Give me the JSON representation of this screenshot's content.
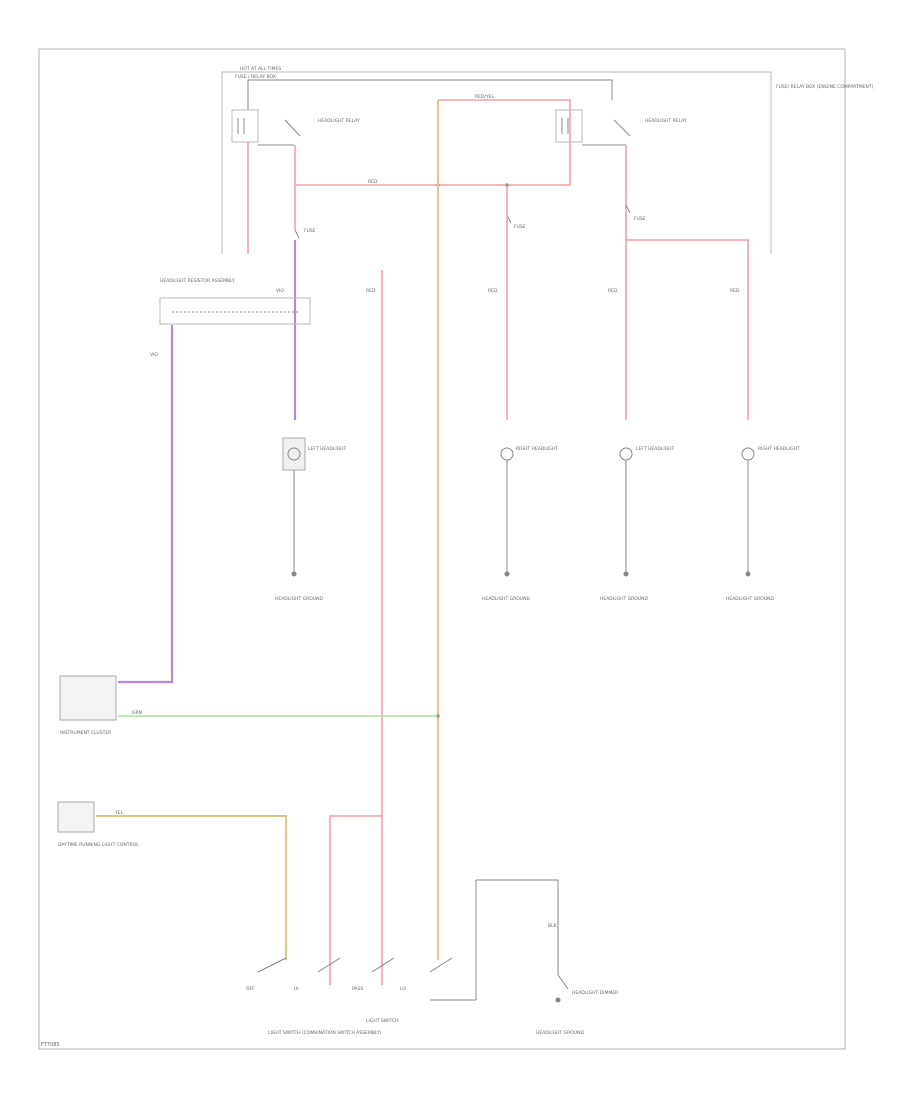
{
  "diagram": {
    "footer_code": "FT7085",
    "labels": {
      "hot_at_all_times": "HOT AT ALL TIMES",
      "top_left_fuse_box": "FUSE / RELAY BOX",
      "fuse_box_note": "FUSE/ RELAY BOX (ENGINE COMPARTMENT)",
      "headlight_relay_left": "HEADLIGHT RELAY",
      "headlight_relay_right": "HEADLIGHT RELAY",
      "fuse_left": "FUSE",
      "fuse_mid": "FUSE",
      "fuse_right": "FUSE",
      "resistor_assembly": "HEADLIGHT RESISTOR ASSEMBLY",
      "left_headlight": "LEFT HEADLIGHT",
      "right_headlight": "RIGHT HEADLIGHT",
      "left_hi_headlight": "LEFT HEADLIGHT",
      "right_hi_headlight": "RIGHT HEADLIGHT",
      "ground_left": "HEADLIGHT GROUND",
      "ground_mid1": "HEADLIGHT GROUND",
      "ground_mid2": "HEADLIGHT GROUND",
      "ground_right": "HEADLIGHT GROUND",
      "daytime_control": "DAYTIME RUNNING LIGHT CONTROL",
      "instrument_cluster": "INSTRUMENT CLUSTER",
      "light_switch": "LIGHT SWITCH",
      "switch_assembly": "LIGHT SWITCH (COMBINATION SWITCH ASSEMBLY)",
      "dimmer": "HEADLIGHT DIMMER",
      "ground_bottom": "HEADLIGHT GROUND",
      "sw_off": "OFF",
      "sw_hi": "HI",
      "sw_lo": "LO",
      "sw_pass": "PASS"
    },
    "wire_labels": {
      "w1": "RED",
      "w2": "RED",
      "w3": "RED/YEL",
      "w4": "RED",
      "w5": "RED",
      "w6": "RED",
      "w7": "VIO",
      "w8": "VIO",
      "w9": "GRN",
      "w10": "YEL",
      "w11": "BLK"
    }
  }
}
